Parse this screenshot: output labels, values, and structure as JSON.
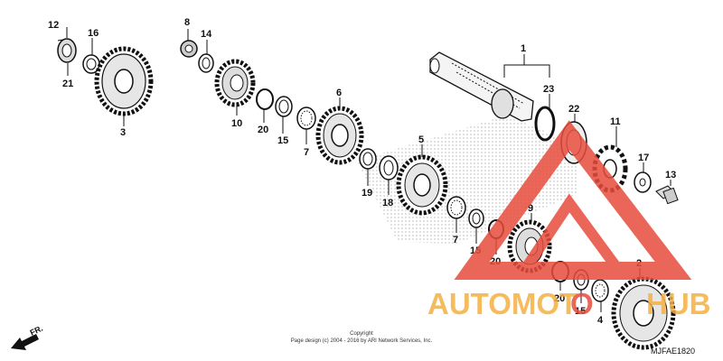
{
  "diagram": {
    "code": "MJFAE1820",
    "copyright_line1": "Copyright",
    "copyright_line2": "Page design (c) 2004 - 2016 by ARI Network Services, Inc.",
    "direction_label": "FR.",
    "part_numbers": {
      "p1": "1",
      "p2": "2",
      "p3": "3",
      "p4": "4",
      "p5": "5",
      "p6": "6",
      "p7a": "7",
      "p7b": "7",
      "p8": "8",
      "p9": "9",
      "p10": "10",
      "p11": "11",
      "p12": "12",
      "p13": "13",
      "p14": "14",
      "p15a": "15",
      "p15b": "15",
      "p15c": "15",
      "p16": "16",
      "p17": "17",
      "p18": "18",
      "p19": "19",
      "p20a": "20",
      "p20b": "20",
      "p20c": "20",
      "p21": "21",
      "p22": "22",
      "p23": "23"
    },
    "watermark": {
      "text_a": "AUTOMOT",
      "text_b": "O",
      "text_c": "HUB",
      "color_text": "#f5b041",
      "color_logo": "#e74c3c"
    }
  }
}
